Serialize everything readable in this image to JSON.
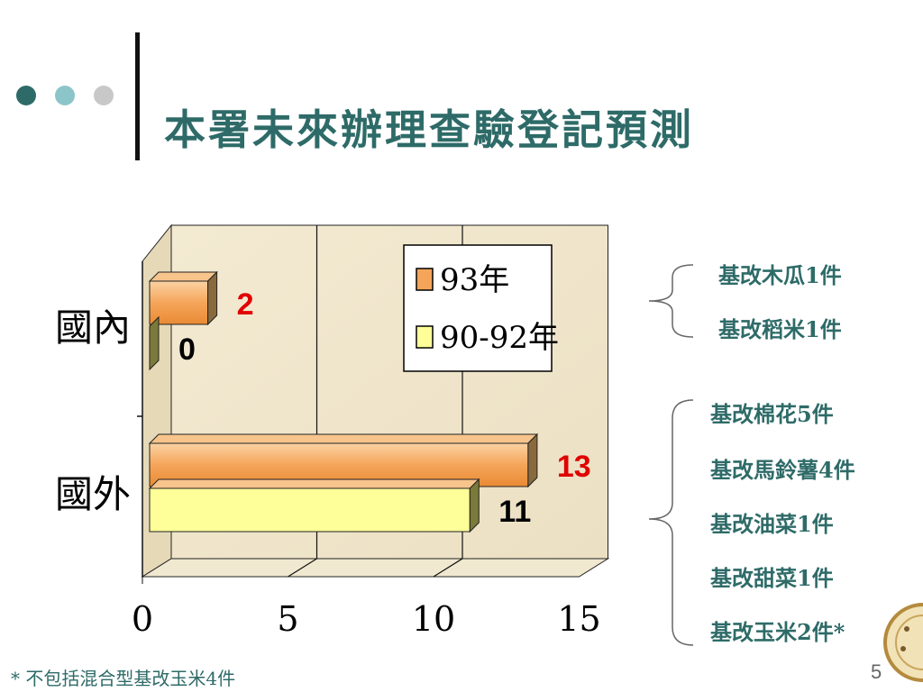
{
  "title": "本署未來辦理查驗登記預測",
  "colors": {
    "title": "#2e6b68",
    "dot1": "#2e6b68",
    "dot2": "#8cc5c9",
    "dot3": "#c8c8c8",
    "series_93": "#f5a55a",
    "series_90_92": "#ffff99",
    "label_93": "#e00000",
    "label_90_92": "#000000"
  },
  "chart_data": {
    "type": "bar",
    "orientation": "horizontal",
    "categories": [
      "國內",
      "國外"
    ],
    "series": [
      {
        "name": "93年",
        "values": [
          2,
          13
        ]
      },
      {
        "name": "90-92年",
        "values": [
          0,
          11
        ]
      }
    ],
    "xticks": [
      "0",
      "5",
      "10",
      "15"
    ],
    "xlim": [
      0,
      15
    ],
    "grid": true,
    "legend": "top-right",
    "data_labels": true
  },
  "domestic_notes": [
    "基改木瓜1件",
    "基改稻米1件"
  ],
  "foreign_notes": [
    "基改棉花5件",
    "基改馬鈴薯4件",
    "基改油菜1件",
    "基改甜菜1件",
    "基改玉米2件*"
  ],
  "footnote": "* 不包括混合型基改玉米4件",
  "page_number": "5"
}
